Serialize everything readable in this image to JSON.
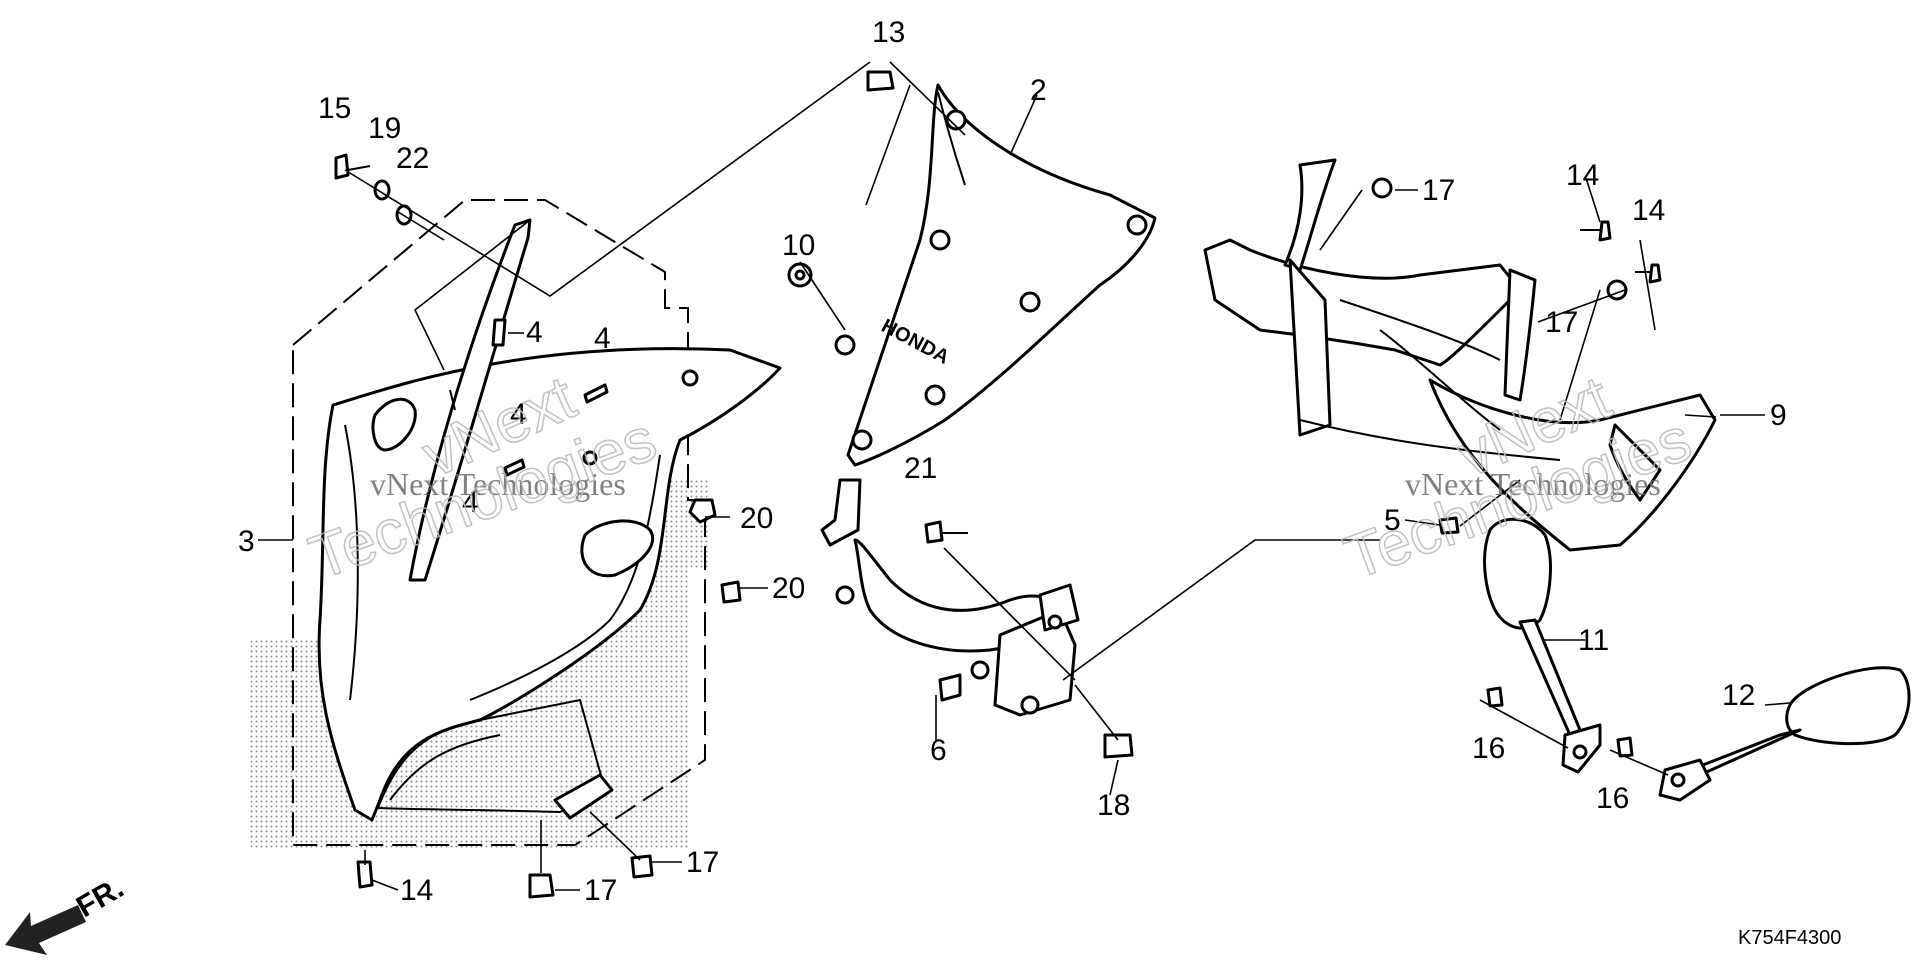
{
  "callouts": [
    {
      "id": "c13",
      "text": "13"
    },
    {
      "id": "c2",
      "text": "2"
    },
    {
      "id": "c15",
      "text": "15"
    },
    {
      "id": "c19",
      "text": "19"
    },
    {
      "id": "c22",
      "text": "22"
    },
    {
      "id": "c4a",
      "text": "4"
    },
    {
      "id": "c4b",
      "text": "4"
    },
    {
      "id": "c4c",
      "text": "4"
    },
    {
      "id": "c4d",
      "text": "4"
    },
    {
      "id": "c3",
      "text": "3"
    },
    {
      "id": "c10",
      "text": "10"
    },
    {
      "id": "c20a",
      "text": "20"
    },
    {
      "id": "c20b",
      "text": "20"
    },
    {
      "id": "c21",
      "text": "21"
    },
    {
      "id": "c6",
      "text": "6"
    },
    {
      "id": "c18",
      "text": "18"
    },
    {
      "id": "c17a",
      "text": "17"
    },
    {
      "id": "c17b",
      "text": "17"
    },
    {
      "id": "c17c",
      "text": "17"
    },
    {
      "id": "c17d",
      "text": "17"
    },
    {
      "id": "c14a",
      "text": "14"
    },
    {
      "id": "c14b",
      "text": "14"
    },
    {
      "id": "c14c",
      "text": "14"
    },
    {
      "id": "c9",
      "text": "9"
    },
    {
      "id": "c5",
      "text": "5"
    },
    {
      "id": "c11",
      "text": "11"
    },
    {
      "id": "c12",
      "text": "12"
    },
    {
      "id": "c16a",
      "text": "16"
    },
    {
      "id": "c16b",
      "text": "16"
    }
  ],
  "direction_label": "FR.",
  "diagram_code": "K754F4300",
  "watermark": {
    "line1": "vNext Technologies",
    "line2a": "vNext",
    "line2b": "Technologies"
  },
  "emblem_text": "HONDA"
}
